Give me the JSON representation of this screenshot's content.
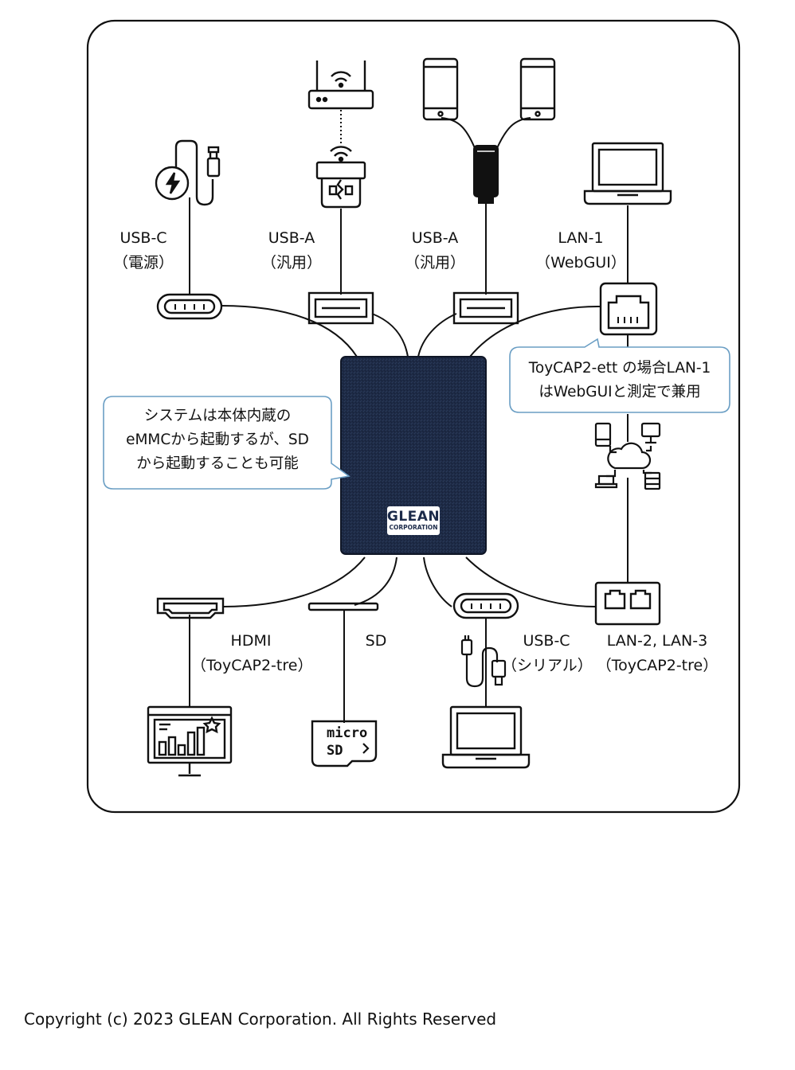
{
  "device": {
    "logo_line1": "GLEAN",
    "logo_line2": "CORPORATION",
    "color": "#1e2b46"
  },
  "ports": {
    "usb_c_power": {
      "line1": "USB-C",
      "line2": "（電源）"
    },
    "usb_a_1": {
      "line1": "USB-A",
      "line2": "（汎用）"
    },
    "usb_a_2": {
      "line1": "USB-A",
      "line2": "（汎用）"
    },
    "lan_1": {
      "line1": "LAN-1",
      "line2": "（WebGUI）"
    },
    "hdmi": {
      "line1": "HDMI",
      "line2": "（ToyCAP2-tre）"
    },
    "sd": {
      "line1": "SD"
    },
    "usb_c_serial": {
      "line1": "USB-C",
      "line2": "（シリアル）"
    },
    "lan_2_3": {
      "line1": "LAN-2, LAN-3",
      "line2": "（ToyCAP2-tre）"
    }
  },
  "callouts": {
    "boot": {
      "line1": "システムは本体内蔵の",
      "line2": "eMMCから起動するが、SD",
      "line3": "から起動することも可能"
    },
    "lan": {
      "line1": "ToyCAP2-ett の場合LAN-1",
      "line2": "はWebGUIと測定で兼用"
    }
  },
  "icons": {
    "power": "power-adapter-icon",
    "router": "wifi-router-icon",
    "wifi_dongle": "wifi-usb-dongle-icon",
    "phone": "smartphone-icon",
    "usb_stick": "usb-stick-icon",
    "laptop": "laptop-icon",
    "network": "network-cloud-icon",
    "monitor": "monitor-chart-icon",
    "microsd": "microsd-card-icon",
    "usb_cable": "usb-cable-icon"
  },
  "microsd_text": {
    "line1": "micro",
    "line2": "SD"
  },
  "colors": {
    "callout_border": "#6a9ec4",
    "frame": "#111111"
  },
  "footer": {
    "copyright": "Copyright (c) 2023 GLEAN Corporation. All Rights Reserved"
  }
}
